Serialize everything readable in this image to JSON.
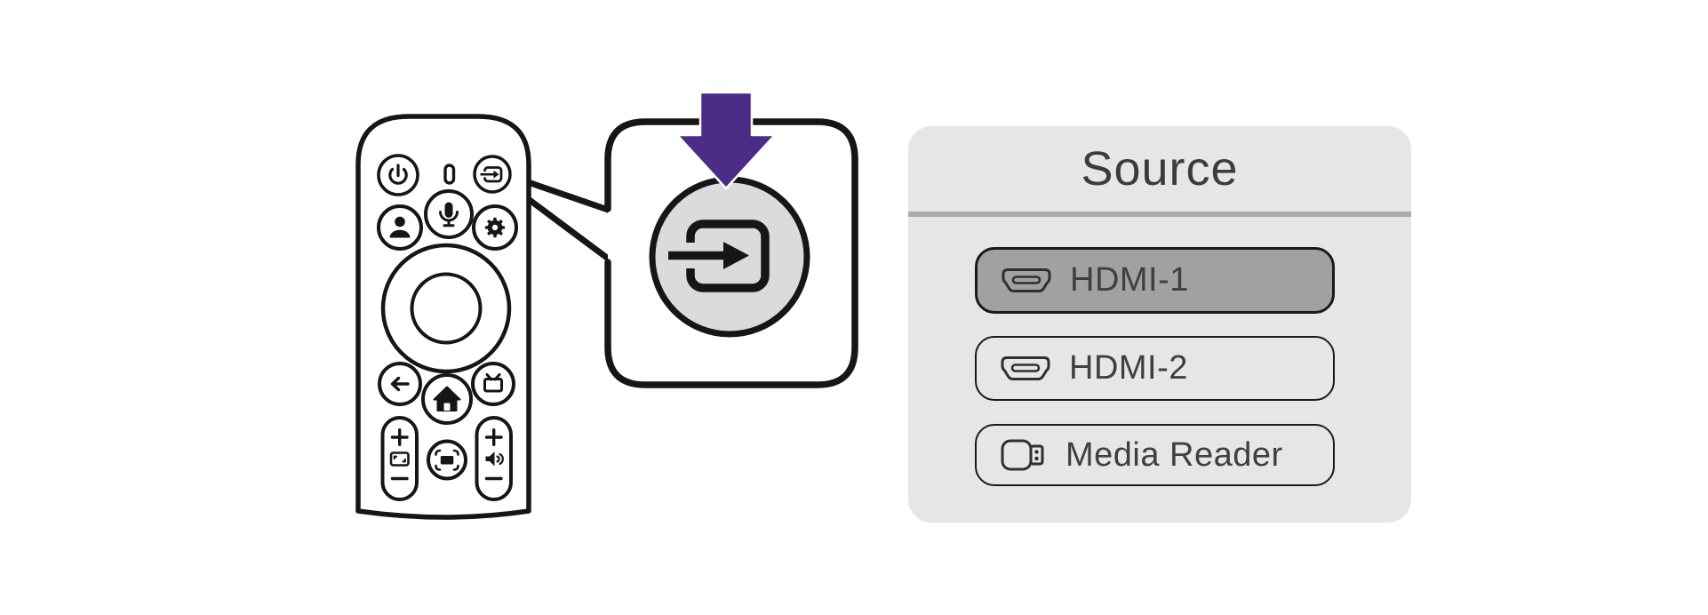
{
  "illustration": {
    "description": "TV remote with callout magnifying the input/source button; purple arrow pressing it",
    "remote_buttons": [
      "power",
      "led-indicator",
      "input-source",
      "microphone",
      "account",
      "settings",
      "dpad-ring",
      "dpad-ok",
      "back",
      "home",
      "live-tv",
      "channel-rocker-plus",
      "picture-mode",
      "channel-rocker-minus",
      "focus",
      "volume-rocker-plus",
      "mute-speaker",
      "volume-rocker-minus"
    ]
  },
  "source_menu": {
    "title": "Source",
    "items": [
      {
        "label": "HDMI-1",
        "icon": "hdmi-icon",
        "selected": true
      },
      {
        "label": "HDMI-2",
        "icon": "hdmi-icon",
        "selected": false
      },
      {
        "label": "Media Reader",
        "icon": "usb-drive-icon",
        "selected": false
      }
    ]
  },
  "colors": {
    "arrow_purple": "#4B2C86",
    "panel_bg": "#E6E6E6",
    "selected_item_bg": "#A1A1A1",
    "divider_gray": "#ABABAB",
    "label_text": "#3F3F3F",
    "line_black": "#161616",
    "callout_circle_fill": "#DBDBDB"
  }
}
